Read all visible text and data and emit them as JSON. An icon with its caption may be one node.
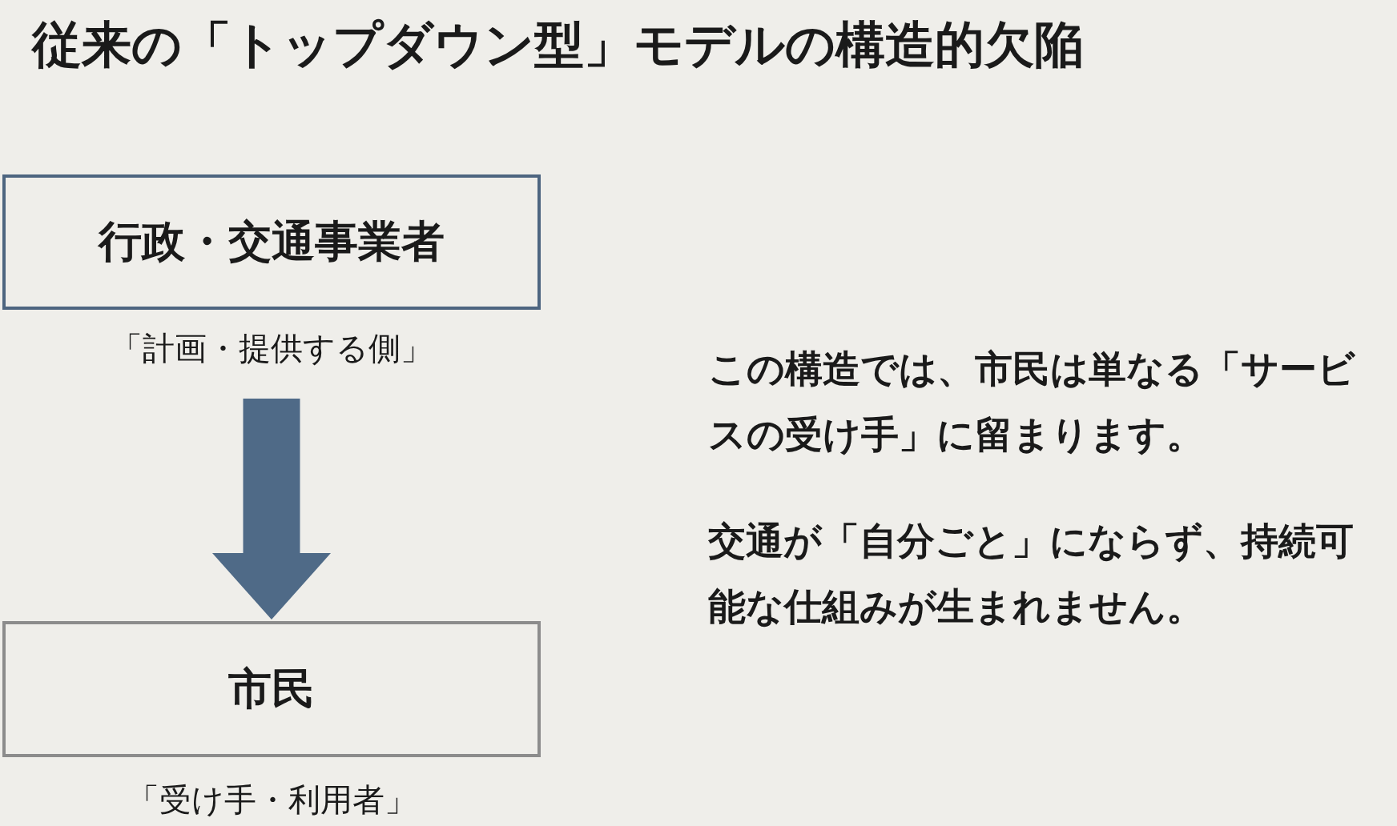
{
  "diagram": {
    "title": "従来の「トップダウン型」モデルの構造的欠陥",
    "nodes": [
      {
        "text": [
          "行政・交通事業者"
        ],
        "beside": [
          "「計画・提供する側」"
        ]
      },
      {
        "text": [
          "市民"
        ],
        "beside": [
          "「受け手・利用者」"
        ]
      }
    ],
    "edges": [
      {
        "from": 0,
        "to": 1,
        "arrow": "to"
      }
    ],
    "labels": [
      "この構造では、市民は単なる「サービスの受け手」に留まります。",
      "交通が「自分ごと」にならず、持続可能な仕組みが生まれません。"
    ]
  }
}
